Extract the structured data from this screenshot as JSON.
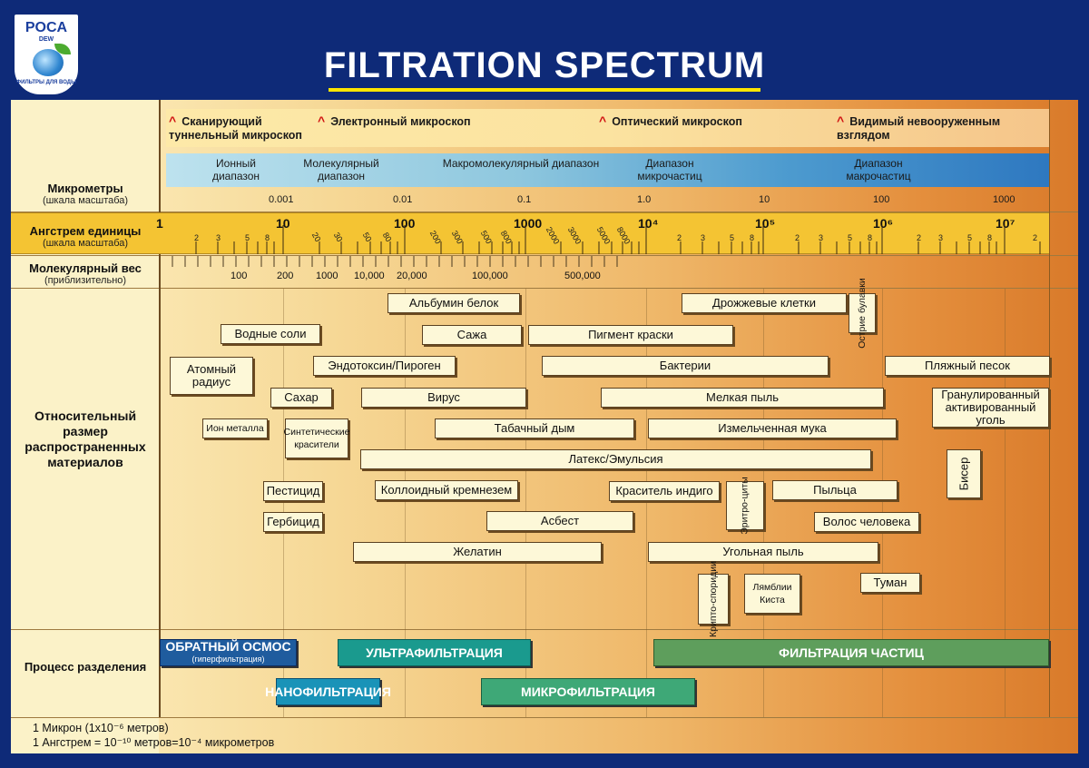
{
  "logo": {
    "brand": "POCA",
    "sub": "DEW",
    "tagline": "ФИЛЬТРЫ ДЛЯ ВОДЫ"
  },
  "title": "FILTRATION SPECTRUM",
  "scopes": [
    {
      "label": "Сканирующий туннельный микроскоп"
    },
    {
      "label": "Электронный микроскоп"
    },
    {
      "label": "Оптический микроскоп"
    },
    {
      "label": "Видимый невооруженным взглядом"
    }
  ],
  "ranges": [
    "Ионный диапазон",
    "Молекулярный диапазон",
    "Макромолекулярный диапазон",
    "Диапазон микрочастиц",
    "Диапазон макрочастиц"
  ],
  "rows": {
    "micrometers": {
      "title": "Микрометры",
      "sub": "(шкала масштаба)"
    },
    "angstrom": {
      "title": "Ангстрем единицы",
      "sub": "(шкала масштаба)"
    },
    "molweight": {
      "title": "Молекулярный вес",
      "sub": "(приблизительно)"
    },
    "materials": {
      "title": "Относительный размер распространенных материалов"
    },
    "process": {
      "title": "Процесс разделения"
    }
  },
  "micro_ticks": [
    "0.001",
    "0.01",
    "0.1",
    "1.0",
    "10",
    "100",
    "1000"
  ],
  "angstrom_major": [
    "1",
    "10",
    "100",
    "1000",
    "10⁴",
    "10⁵",
    "10⁶",
    "10⁷"
  ],
  "mw_labels": [
    "100",
    "200",
    "1000",
    "10,000",
    "20,000",
    "100,000",
    "500,000"
  ],
  "materials": [
    "Альбумин белок",
    "Дрожжевые клетки",
    "Острие булавки",
    "Водные соли",
    "Сажа",
    "Пигмент краски",
    "Атомный радиус",
    "Эндотоксин/Пироген",
    "Бактерии",
    "Пляжный песок",
    "Сахар",
    "Вирус",
    "Мелкая пыль",
    "Гранулированный активированный уголь",
    "Ион металла",
    "Синтетические красители",
    "Табачный дым",
    "Измельченная мука",
    "Латекс/Эмульсия",
    "Бисер",
    "Пестицид",
    "Коллоидный кремнезем",
    "Краситель индиго",
    "Эритро-циты",
    "Пыльца",
    "Гербицид",
    "Асбест",
    "Волос человека",
    "Желатин",
    "Угольная пыль",
    "Крипто-споридии",
    "Лямблии Киста",
    "Туман"
  ],
  "processes": [
    {
      "label": "ОБРАТНЫЙ ОСМОС",
      "sub": "(гиперфильтрация)",
      "color": "#1f5c9e"
    },
    {
      "label": "УЛЬТРАФИЛЬТРАЦИЯ",
      "color": "#1a9a8e"
    },
    {
      "label": "ФИЛЬТРАЦИЯ ЧАСТИЦ",
      "color": "#5e9e5c"
    },
    {
      "label": "НАНОФИЛЬТРАЦИЯ",
      "color": "#1a93b8"
    },
    {
      "label": "МИКРОФИЛЬТРАЦИЯ",
      "color": "#3ea877"
    }
  ],
  "footnotes": [
    "1 Микрон (1x10⁻⁶ метров)",
    "1 Ангстрем = 10⁻¹⁰ метров=10⁻⁴ микрометров"
  ]
}
